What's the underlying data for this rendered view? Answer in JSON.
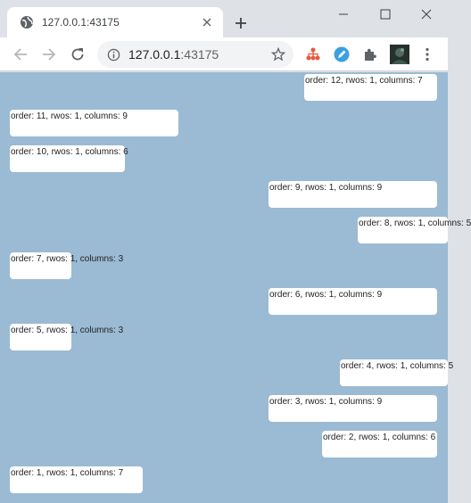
{
  "browser": {
    "tab_title": "127.0.0.1:43175",
    "url_host": "127.0.0.1",
    "url_port": ":43175",
    "icons": {
      "favicon": "globe-icon",
      "tab_close": "close-icon",
      "new_tab": "plus-icon",
      "minimize": "minimize-icon",
      "maximize": "maximize-icon",
      "close_window": "close-window-icon",
      "back": "back-arrow-icon",
      "forward": "forward-arrow-icon",
      "reload": "reload-icon",
      "site_info": "info-icon",
      "bookmark": "star-icon",
      "extension_1": "sitemap-extension-icon",
      "extension_2": "pen-extension-icon",
      "extensions_menu": "puzzle-icon",
      "profile": "avatar",
      "menu": "kebab-menu-icon"
    }
  },
  "page": {
    "background": "#9bbad3",
    "items": [
      {
        "text": "order: 12, rwos: 1, columns: 7"
      },
      {
        "text": "order: 11, rwos: 1, columns: 9"
      },
      {
        "text": "order: 10, rwos: 1, columns: 6"
      },
      {
        "text": "order: 9, rwos: 1, columns: 9"
      },
      {
        "text": "order: 8, rwos: 1, columns: 5"
      },
      {
        "text": "order: 7, rwos: 1, columns: 3"
      },
      {
        "text": "order: 6, rwos: 1, columns: 9"
      },
      {
        "text": "order: 5, rwos: 1, columns: 3"
      },
      {
        "text": "order: 4, rwos: 1, columns: 5"
      },
      {
        "text": "order: 3, rwos: 1, columns: 9"
      },
      {
        "text": "order: 2, rwos: 1, columns: 6"
      },
      {
        "text": "order: 1, rwos: 1, columns: 7"
      }
    ]
  }
}
